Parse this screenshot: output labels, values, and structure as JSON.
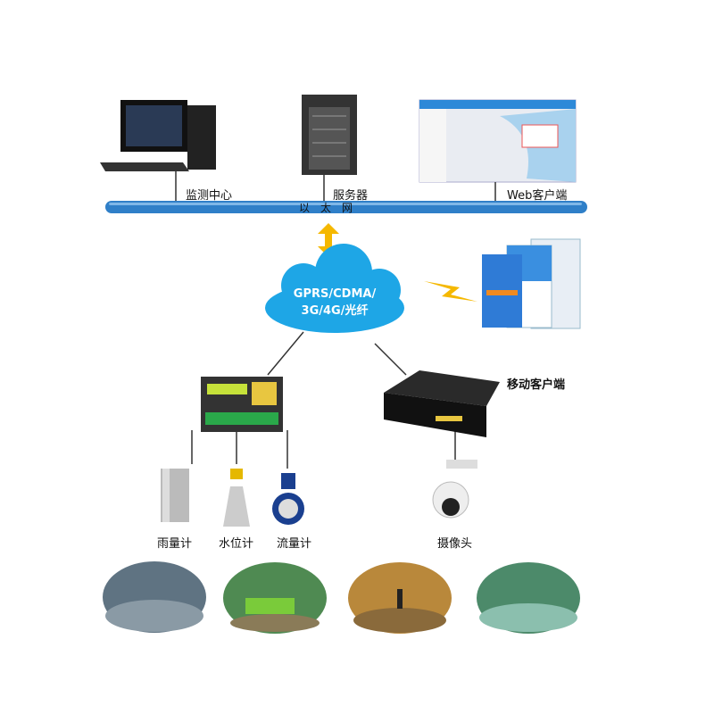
{
  "top_nodes": {
    "monitor_center": "监测中心",
    "server": "服务器",
    "web_client": "Web客户端"
  },
  "ethernet": "以　太　网",
  "cloud": {
    "line1": "GPRS/CDMA/",
    "line2": "3G/4G/光纤"
  },
  "mobile_client": "移动客户端",
  "sensors": {
    "rain": "雨量计",
    "water_level": "水位计",
    "flow": "流量计",
    "camera": "摄像头"
  },
  "colors": {
    "pipe": "#2f7fc8",
    "cloud": "#1ea6e6",
    "arrow": "#f5b800"
  }
}
